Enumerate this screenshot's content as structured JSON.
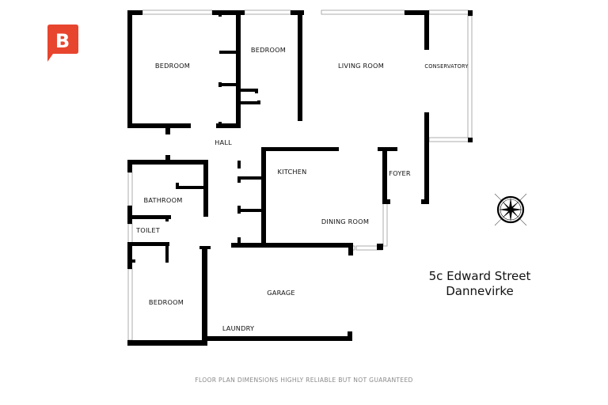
{
  "brand": {
    "logo_letter": "B",
    "logo_color": "#e8452f"
  },
  "rooms": {
    "bedroom_1": "BEDROOM",
    "bedroom_2": "BEDROOM",
    "living_room": "LIVING ROOM",
    "conservatory": "CONSERVATORY",
    "hall": "HALL",
    "kitchen": "KITCHEN",
    "foyer": "FOYER",
    "bathroom": "BATHROOM",
    "toilet": "TOILET",
    "dining_room": "DINING ROOM",
    "bedroom_3": "BEDROOM",
    "garage": "GARAGE",
    "laundry": "LAUNDRY"
  },
  "address": {
    "line1": "5c Edward Street",
    "line2": "Dannevirke"
  },
  "disclaimer": "FLOOR PLAN DIMENSIONS HIGHLY RELIABLE BUT NOT GUARANTEED",
  "compass": {
    "icon": "compass-rose-icon"
  },
  "colors": {
    "wall": "#000000",
    "window": "#9a9a9a",
    "background": "#ffffff"
  }
}
